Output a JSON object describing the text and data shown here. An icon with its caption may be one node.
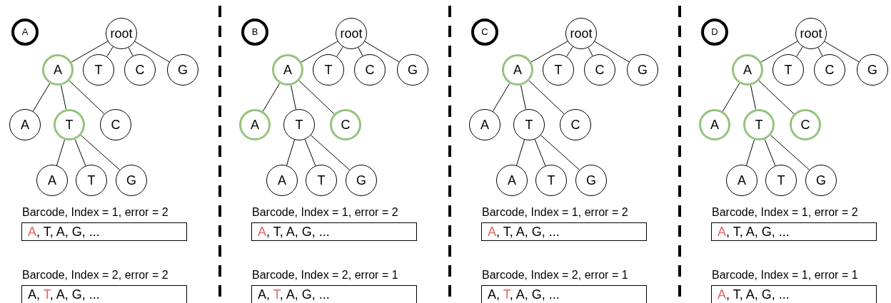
{
  "diagram": {
    "nodes": [
      {
        "text": [
          "A"
        ]
      },
      {
        "text": [
          "root"
        ]
      },
      {
        "text": [
          "A"
        ]
      },
      {
        "text": [
          "T"
        ]
      },
      {
        "text": [
          "C"
        ]
      },
      {
        "text": [
          "G"
        ]
      },
      {
        "text": [
          "A"
        ]
      },
      {
        "text": [
          "T"
        ]
      },
      {
        "text": [
          "C"
        ]
      },
      {
        "text": [
          "A"
        ]
      },
      {
        "text": [
          "T"
        ]
      },
      {
        "text": [
          "G"
        ]
      },
      {
        "text": [
          "Barcode, Index = 1, error = 2",
          "A, T, A, G, ..."
        ]
      },
      {
        "text": [
          "Barcode, Index = 2, error = 2",
          "A, T, A, G, ..."
        ]
      },
      {
        "text": [
          "B"
        ]
      },
      {
        "text": [
          "root"
        ]
      },
      {
        "text": [
          "A"
        ]
      },
      {
        "text": [
          "T"
        ]
      },
      {
        "text": [
          "C"
        ]
      },
      {
        "text": [
          "G"
        ]
      },
      {
        "text": [
          "A"
        ]
      },
      {
        "text": [
          "T"
        ]
      },
      {
        "text": [
          "C"
        ]
      },
      {
        "text": [
          "A"
        ]
      },
      {
        "text": [
          "T"
        ]
      },
      {
        "text": [
          "G"
        ]
      },
      {
        "text": [
          "Barcode, Index = 1, error = 2",
          "A, T, A, G, ..."
        ]
      },
      {
        "text": [
          "Barcode, Index = 2, error = 1",
          "A, T, A, G, ..."
        ]
      },
      {
        "text": [
          "C"
        ]
      },
      {
        "text": [
          "root"
        ]
      },
      {
        "text": [
          "A"
        ]
      },
      {
        "text": [
          "T"
        ]
      },
      {
        "text": [
          "C"
        ]
      },
      {
        "text": [
          "G"
        ]
      },
      {
        "text": [
          "A"
        ]
      },
      {
        "text": [
          "T"
        ]
      },
      {
        "text": [
          "C"
        ]
      },
      {
        "text": [
          "A"
        ]
      },
      {
        "text": [
          "T"
        ]
      },
      {
        "text": [
          "G"
        ]
      },
      {
        "text": [
          "Barcode, Index = 1, error = 2",
          "A, T, A, G, ..."
        ]
      },
      {
        "text": [
          "Barcode, Index = 2, error = 1",
          "A, T, A, G, ..."
        ]
      },
      {
        "text": [
          "D"
        ]
      },
      {
        "text": [
          "root"
        ]
      },
      {
        "text": [
          "A"
        ]
      },
      {
        "text": [
          "T"
        ]
      },
      {
        "text": [
          "C"
        ]
      },
      {
        "text": [
          "G"
        ]
      },
      {
        "text": [
          "A"
        ]
      },
      {
        "text": [
          "T"
        ]
      },
      {
        "text": [
          "C"
        ]
      },
      {
        "text": [
          "A"
        ]
      },
      {
        "text": [
          "T"
        ]
      },
      {
        "text": [
          "G"
        ]
      },
      {
        "text": [
          "Barcode, Index = 1, error = 2",
          "A, T, A, G, ..."
        ]
      },
      {
        "text": [
          "Barcode, Index = 1, error = 1",
          "A, T, A, G, ..."
        ]
      }
    ],
    "edges": [
      {
        "from": 1,
        "to": 2,
        "arrow": "none"
      },
      {
        "from": 1,
        "to": 3,
        "arrow": "none"
      },
      {
        "from": 1,
        "to": 4,
        "arrow": "none"
      },
      {
        "from": 1,
        "to": 5,
        "arrow": "none"
      },
      {
        "from": 2,
        "to": 6,
        "arrow": "none"
      },
      {
        "from": 2,
        "to": 7,
        "arrow": "none"
      },
      {
        "from": 2,
        "to": 8,
        "arrow": "none"
      },
      {
        "from": 7,
        "to": 9,
        "arrow": "none"
      },
      {
        "from": 7,
        "to": 10,
        "arrow": "none"
      },
      {
        "from": 7,
        "to": 11,
        "arrow": "none"
      },
      {
        "from": 15,
        "to": 16,
        "arrow": "none"
      },
      {
        "from": 15,
        "to": 17,
        "arrow": "none"
      },
      {
        "from": 15,
        "to": 18,
        "arrow": "none"
      },
      {
        "from": 15,
        "to": 19,
        "arrow": "none"
      },
      {
        "from": 16,
        "to": 20,
        "arrow": "none"
      },
      {
        "from": 16,
        "to": 21,
        "arrow": "none"
      },
      {
        "from": 16,
        "to": 22,
        "arrow": "none"
      },
      {
        "from": 21,
        "to": 23,
        "arrow": "none"
      },
      {
        "from": 21,
        "to": 24,
        "arrow": "none"
      },
      {
        "from": 21,
        "to": 25,
        "arrow": "none"
      },
      {
        "from": 29,
        "to": 30,
        "arrow": "none"
      },
      {
        "from": 29,
        "to": 31,
        "arrow": "none"
      },
      {
        "from": 29,
        "to": 32,
        "arrow": "none"
      },
      {
        "from": 29,
        "to": 33,
        "arrow": "none"
      },
      {
        "from": 30,
        "to": 34,
        "arrow": "none"
      },
      {
        "from": 30,
        "to": 35,
        "arrow": "none"
      },
      {
        "from": 30,
        "to": 36,
        "arrow": "none"
      },
      {
        "from": 35,
        "to": 37,
        "arrow": "none"
      },
      {
        "from": 35,
        "to": 38,
        "arrow": "none"
      },
      {
        "from": 35,
        "to": 39,
        "arrow": "none"
      },
      {
        "from": 43,
        "to": 44,
        "arrow": "none"
      },
      {
        "from": 43,
        "to": 45,
        "arrow": "none"
      },
      {
        "from": 43,
        "to": 46,
        "arrow": "none"
      },
      {
        "from": 43,
        "to": 47,
        "arrow": "none"
      },
      {
        "from": 44,
        "to": 48,
        "arrow": "none"
      },
      {
        "from": 44,
        "to": 49,
        "arrow": "none"
      },
      {
        "from": 44,
        "to": 50,
        "arrow": "none"
      },
      {
        "from": 49,
        "to": 51,
        "arrow": "none"
      },
      {
        "from": 49,
        "to": 52,
        "arrow": "none"
      },
      {
        "from": 49,
        "to": 53,
        "arrow": "none"
      }
    ]
  }
}
